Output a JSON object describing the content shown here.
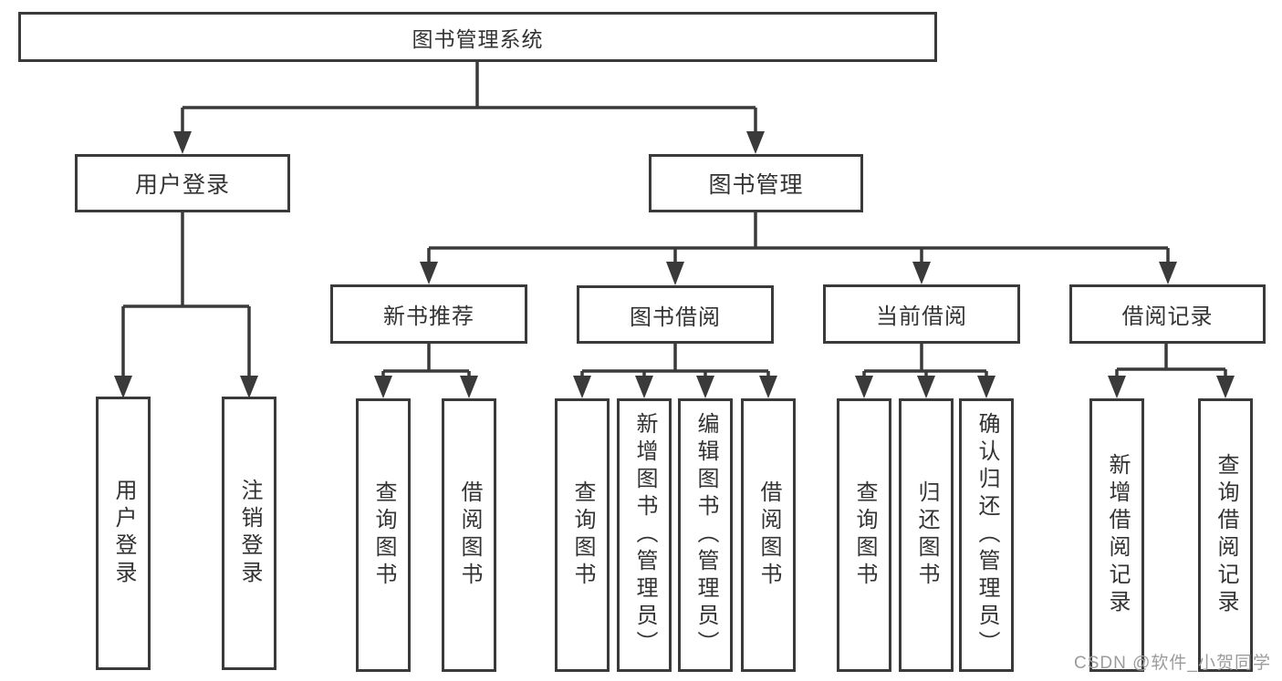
{
  "tree": {
    "label": "图书管理系统",
    "children": [
      {
        "label": "用户登录",
        "children": [
          {
            "label": "用户登录"
          },
          {
            "label": "注销登录"
          }
        ]
      },
      {
        "label": "图书管理",
        "children": [
          {
            "label": "新书推荐",
            "children": [
              {
                "label": "查询图书"
              },
              {
                "label": "借阅图书"
              }
            ]
          },
          {
            "label": "图书借阅",
            "children": [
              {
                "label": "查询图书"
              },
              {
                "label": "新增图书（管理员）"
              },
              {
                "label": "编辑图书（管理员）"
              },
              {
                "label": "借阅图书"
              }
            ]
          },
          {
            "label": "当前借阅",
            "children": [
              {
                "label": "查询图书"
              },
              {
                "label": "归还图书"
              },
              {
                "label": "确认归还（管理员）"
              }
            ]
          },
          {
            "label": "借阅记录",
            "children": [
              {
                "label": "新增借阅记录"
              },
              {
                "label": "查询借阅记录"
              }
            ]
          }
        ]
      }
    ]
  },
  "watermark": "CSDN @软件_小贺同学",
  "colors": {
    "line": "#3a3a3a",
    "box_border": "#3a3a3a",
    "text": "#333333",
    "watermark": "#9c9c9c",
    "background": "#ffffff"
  }
}
